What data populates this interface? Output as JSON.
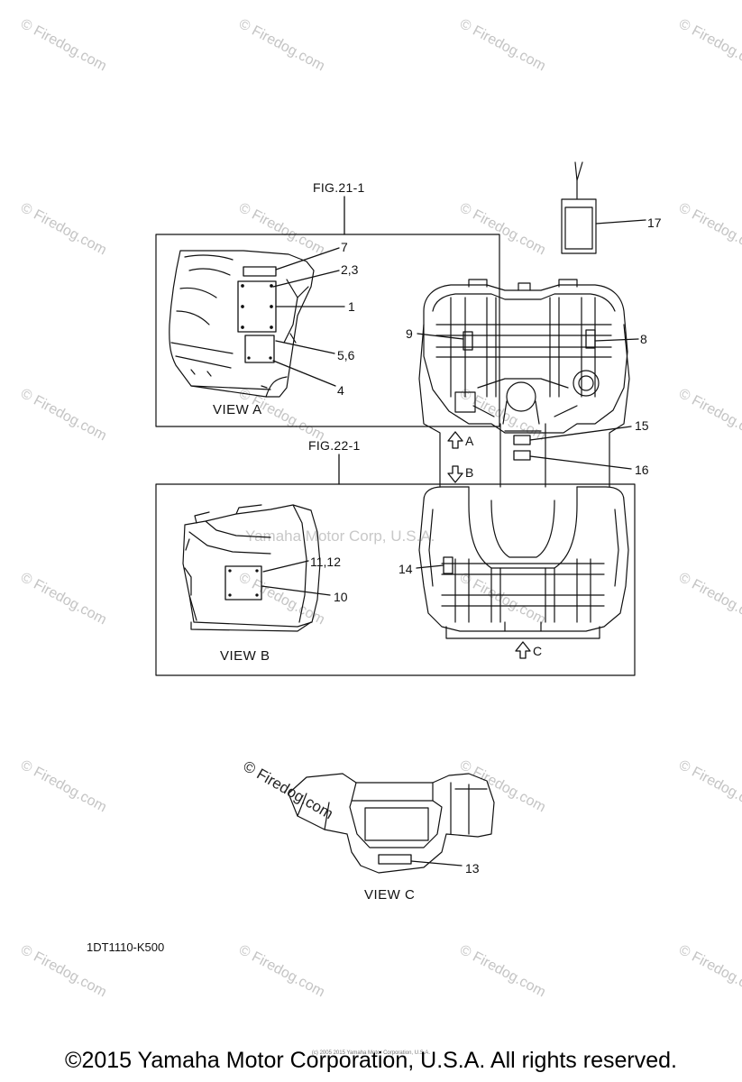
{
  "figure_refs": {
    "fig_21_1": "FIG.21-1",
    "fig_22_1": "FIG.22-1"
  },
  "view_labels": {
    "view_a": "VIEW A",
    "view_b": "VIEW B",
    "view_c": "VIEW C"
  },
  "callouts": {
    "c1": "1",
    "c2_3": "2,3",
    "c4": "4",
    "c5_6": "5,6",
    "c7": "7",
    "c8": "8",
    "c9": "9",
    "c10": "10",
    "c11_12": "11,12",
    "c13": "13",
    "c14": "14",
    "c15": "15",
    "c16": "16",
    "c17": "17"
  },
  "direction_markers": {
    "a": "A",
    "b": "B",
    "c": "C"
  },
  "diagram_code": "1DT1110-K500",
  "watermarks": {
    "firedog": "© Firedog.com",
    "center": "Yamaha Motor Corp, U.S.A.",
    "diagonal": "© Firedog.com"
  },
  "footer": {
    "copyright": "©2015 Yamaha Motor Corporation, U.S.A. All rights reserved.",
    "small": "(c) 2005 2015 Yamaha Motor Corporation, U.S.A."
  }
}
